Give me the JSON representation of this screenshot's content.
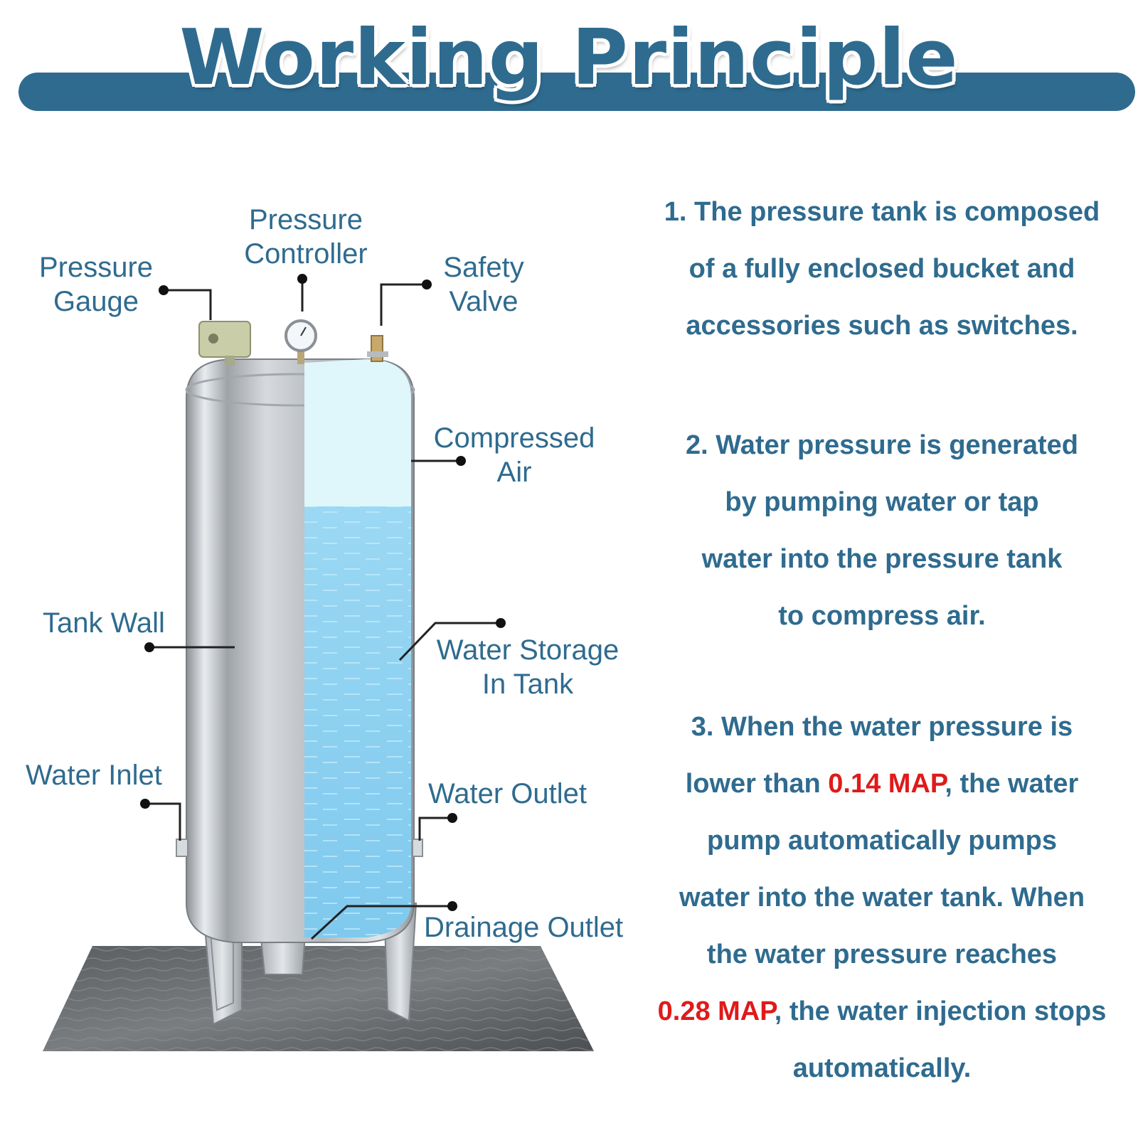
{
  "header": {
    "title": "Working Principle",
    "bar_color": "#2f6b8f"
  },
  "labels": {
    "pressure_gauge": [
      "Pressure",
      "Gauge"
    ],
    "pressure_controller": [
      "Pressure",
      "Controller"
    ],
    "safety_valve": [
      "Safety",
      "Valve"
    ],
    "compressed_air": [
      "Compressed",
      "Air"
    ],
    "tank_wall": [
      "Tank Wall"
    ],
    "water_storage": [
      "Water Storage",
      "In Tank"
    ],
    "water_inlet": [
      "Water Inlet"
    ],
    "water_outlet": [
      "Water Outlet"
    ],
    "drainage_outlet": [
      "Drainage Outlet"
    ]
  },
  "description": {
    "p1": [
      "1. The pressure tank is composed",
      "of a fully enclosed bucket and",
      "accessories such as switches."
    ],
    "p2": [
      "2. Water pressure is generated",
      "by pumping water or tap",
      "water into the pressure tank",
      "to compress air."
    ],
    "p3": {
      "l1": "3. When the water pressure is",
      "l2_pre": "lower than ",
      "l2_value": "0.14 MAP",
      "l2_post": ", the water",
      "l3": "pump automatically pumps",
      "l4": "water into the water tank. When",
      "l5": "the water pressure reaches",
      "l6_value": "0.28 MAP",
      "l6_post": ", the water injection stops",
      "l7": "automatically."
    }
  },
  "colors": {
    "text": "#2f6b8f",
    "highlight": "#e01a1a",
    "water": "#8fd3f2",
    "air": "#dff6fb",
    "steel": "#b9bec3"
  }
}
